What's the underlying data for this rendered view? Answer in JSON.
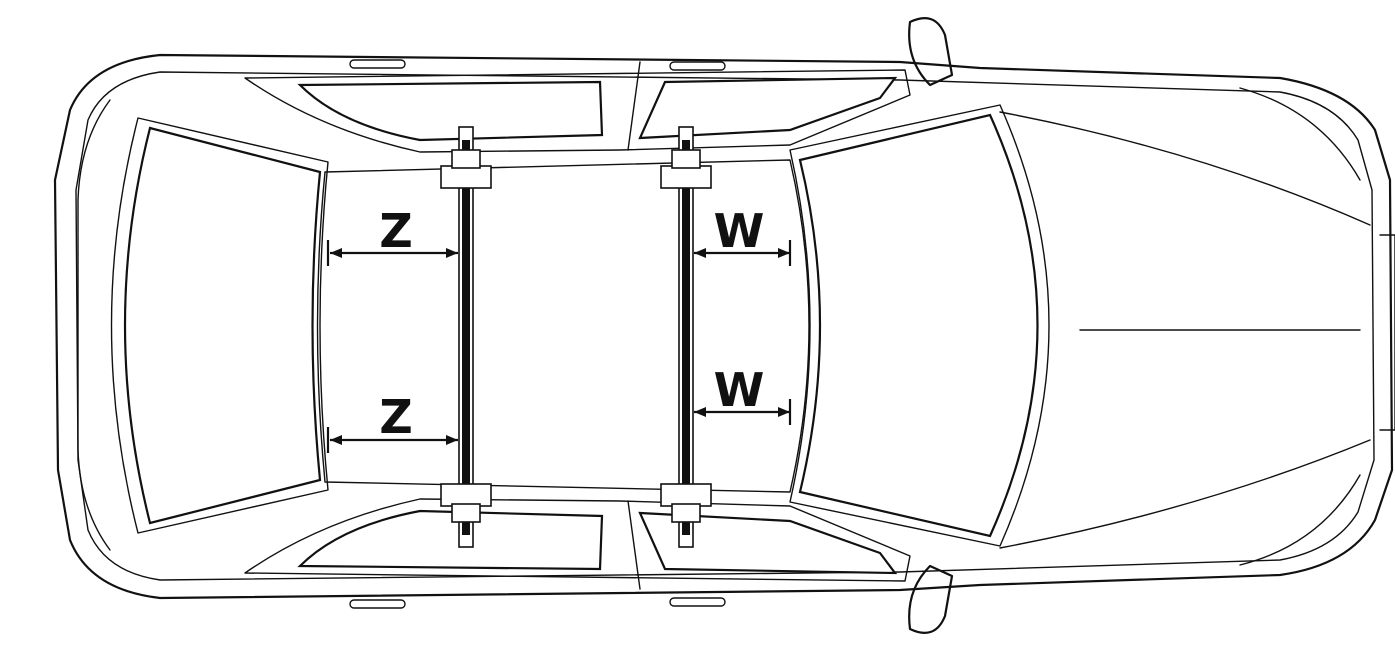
{
  "labels": {
    "rear_gap_top": "Z",
    "rear_gap_bottom": "Z",
    "front_gap_top": "W",
    "front_gap_bottom": "W"
  },
  "colors": {
    "line": "#111111",
    "background": "#ffffff"
  }
}
